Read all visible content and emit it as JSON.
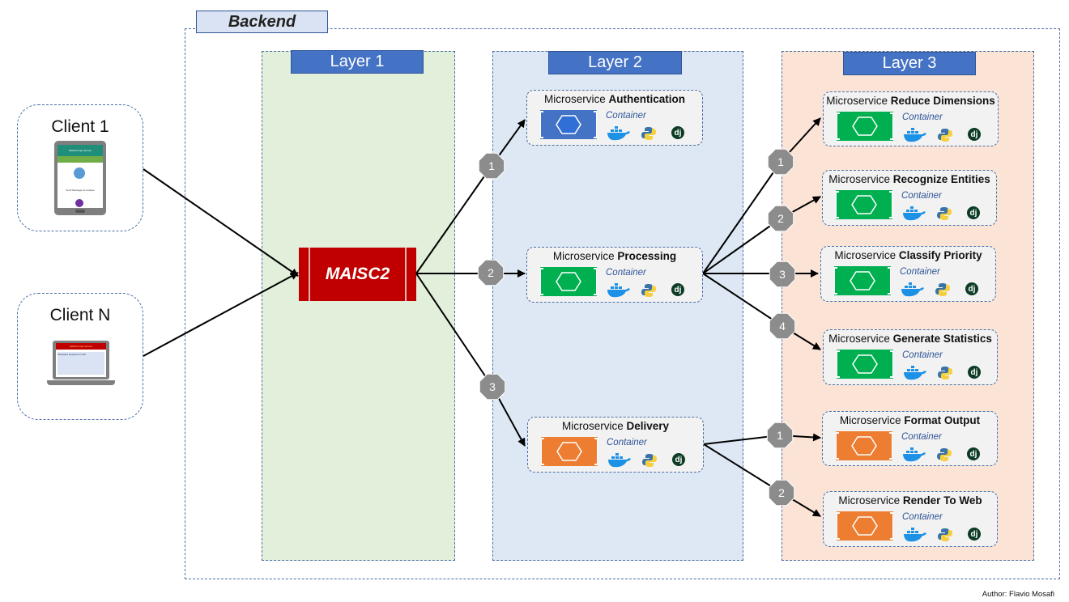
{
  "backend": {
    "title": "Backend"
  },
  "layers": [
    {
      "title": "Layer 1"
    },
    {
      "title": "Layer 2"
    },
    {
      "title": "Layer 3"
    }
  ],
  "clients": [
    {
      "label": "Client 1",
      "device": "phone",
      "app_title": "MAISC2 App Service",
      "app_text": "Send Message for analyse"
    },
    {
      "label": "Client N",
      "device": "laptop",
      "app_title": "MAISC2 App Service",
      "app_text": "Tabulated analysed model"
    }
  ],
  "gateway": {
    "label": "MAISC2",
    "color": "#c00000"
  },
  "container_label": "Container",
  "layer2_services": [
    {
      "prefix": "Microservice ",
      "name": "Authentication",
      "color": "#4472c4"
    },
    {
      "prefix": "Microservice ",
      "name": "Processing",
      "color": "#00b050"
    },
    {
      "prefix": "Microservice ",
      "name": "Delivery",
      "color": "#ed7d31"
    }
  ],
  "layer3_services": [
    {
      "prefix": "Microservice ",
      "name": "Reduce Dimensions",
      "color": "#00b050"
    },
    {
      "prefix": "Microservice ",
      "name": "Recognize Entities",
      "color": "#00b050"
    },
    {
      "prefix": "Microservice ",
      "name": "Classify Priority",
      "color": "#00b050"
    },
    {
      "prefix": "Microservice ",
      "name": "Generate Statistics",
      "color": "#00b050"
    },
    {
      "prefix": "Microservice ",
      "name": "Format Output",
      "color": "#ed7d31"
    },
    {
      "prefix": "Microservice ",
      "name": "Render To Web",
      "color": "#ed7d31"
    }
  ],
  "routes": {
    "gateway_to_layer2": [
      "1",
      "2",
      "3"
    ],
    "processing_to_layer3": [
      "1",
      "2",
      "3",
      "4"
    ],
    "delivery_to_layer3": [
      "1",
      "2"
    ]
  },
  "tech_icons": [
    "docker-icon",
    "python-icon",
    "django-icon"
  ],
  "django_glyph": "dj",
  "author": "Author: Flavio Mosafi"
}
